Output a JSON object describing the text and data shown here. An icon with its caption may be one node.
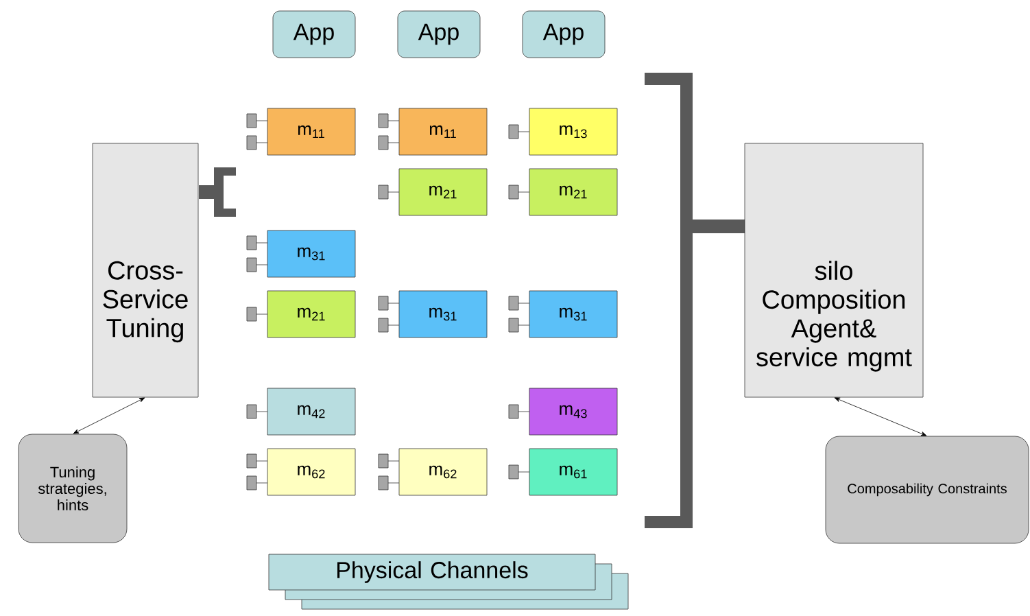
{
  "diagram": {
    "nodes": [
      {
        "text": [
          "App"
        ]
      },
      {
        "text": [
          "App"
        ]
      },
      {
        "text": [
          "App"
        ]
      },
      {
        "text": [
          "Cross-Service Tuning"
        ]
      },
      {
        "text": [
          "m$_{11}$"
        ]
      },
      {
        "text": [
          "m$_{31}$"
        ]
      },
      {
        "text": [
          "m$_{21}$"
        ]
      },
      {
        "text": [
          "m$_{42}$"
        ]
      },
      {
        "text": [
          "m$_{62}$"
        ]
      },
      {
        "text": [
          "m$_{11}$"
        ]
      },
      {
        "text": [
          "m$_{21}$"
        ]
      },
      {
        "text": [
          "m$_{31}$"
        ]
      },
      {
        "text": [
          "m$_{62}$"
        ]
      },
      {
        "text": [
          "m$_{13}$"
        ]
      },
      {
        "text": [
          "m$_{21}$"
        ]
      },
      {
        "text": [
          "m$_{31}$"
        ]
      },
      {
        "text": [
          "m$_{43}$"
        ]
      },
      {
        "text": [
          "m$_{61}$"
        ]
      },
      {
        "text": [
          "silo Composition Agent& service mgmt"
        ]
      },
      {
        "text": [
          "Tuning strategies, hints"
        ]
      },
      {
        "text": [
          "Composability Constraints"
        ]
      },
      {
        "text": [
          "Physical Channels"
        ]
      }
    ],
    "edges": [
      {
        "from": 19,
        "to": 3,
        "arrow": "both"
      },
      {
        "from": 18,
        "to": 20,
        "arrow": "both"
      }
    ]
  }
}
